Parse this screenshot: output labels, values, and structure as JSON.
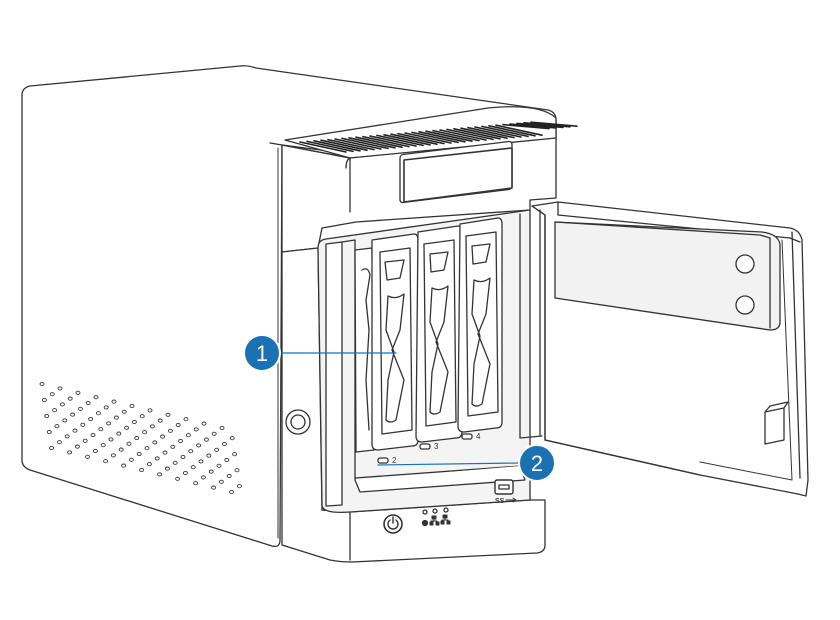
{
  "callouts": [
    {
      "number": "1",
      "color": "#1a72b5"
    },
    {
      "number": "2",
      "color": "#1a72b5"
    }
  ],
  "bay_labels": [
    "2",
    "3",
    "4"
  ],
  "usb_label": "SS",
  "colors": {
    "outline": "#333333",
    "body": "#ffffff",
    "shade": "#e6e6e6",
    "dark_shade": "#cfcfcf"
  }
}
